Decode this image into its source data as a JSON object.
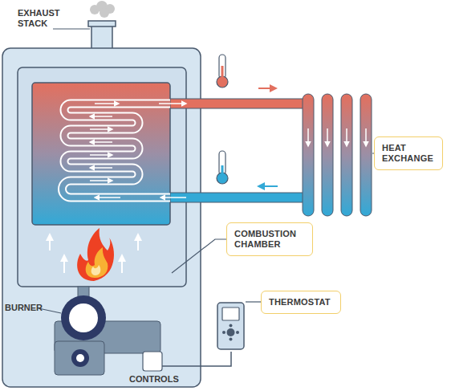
{
  "diagram": {
    "nodes": [
      {
        "text": [
          "HEAT EXCHANGE"
        ]
      },
      {
        "text": [
          "COMBUSTION CHAMBER"
        ]
      },
      {
        "text": [
          "THERMOSTAT"
        ]
      }
    ],
    "labels": [
      "EXHAUST STACK",
      "BURNER",
      "CONTROLS"
    ]
  }
}
